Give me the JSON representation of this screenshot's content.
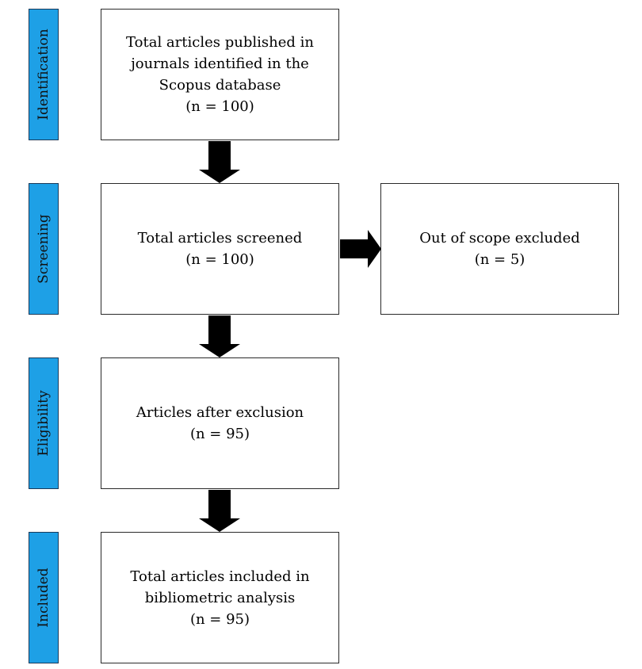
{
  "phases": [
    {
      "label": "Identification"
    },
    {
      "label": "Screening"
    },
    {
      "label": "Eligibility"
    },
    {
      "label": "Included"
    }
  ],
  "boxes": {
    "identified": {
      "lines": [
        "Total articles published in",
        "journals identified in the",
        "Scopus database",
        "(n = 100)"
      ]
    },
    "screened": {
      "lines": [
        "Total articles screened",
        "(n = 100)"
      ]
    },
    "excluded": {
      "lines": [
        "Out of scope excluded",
        "(n = 5)"
      ]
    },
    "eligible": {
      "lines": [
        "Articles after exclusion",
        "(n = 95)"
      ]
    },
    "included": {
      "lines": [
        "Total articles included in",
        "bibliometric analysis",
        "(n = 95)"
      ]
    }
  },
  "colors": {
    "phase_fill": "#1ea0e6",
    "arrow": "#000000"
  }
}
